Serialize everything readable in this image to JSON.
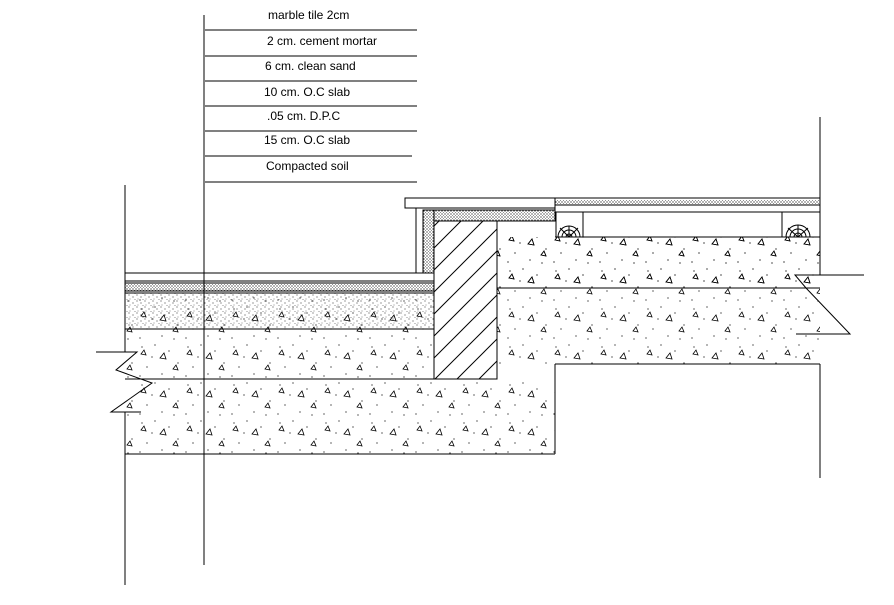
{
  "layers": [
    {
      "label": "marble tile 2cm"
    },
    {
      "label": "2 cm. cement mortar"
    },
    {
      "label": "6 cm. clean sand"
    },
    {
      "label": "10 cm. O.C slab"
    },
    {
      "label": ".05 cm. D.P.C"
    },
    {
      "label": "15 cm. O.C slab"
    },
    {
      "label": "Compacted soil"
    }
  ]
}
